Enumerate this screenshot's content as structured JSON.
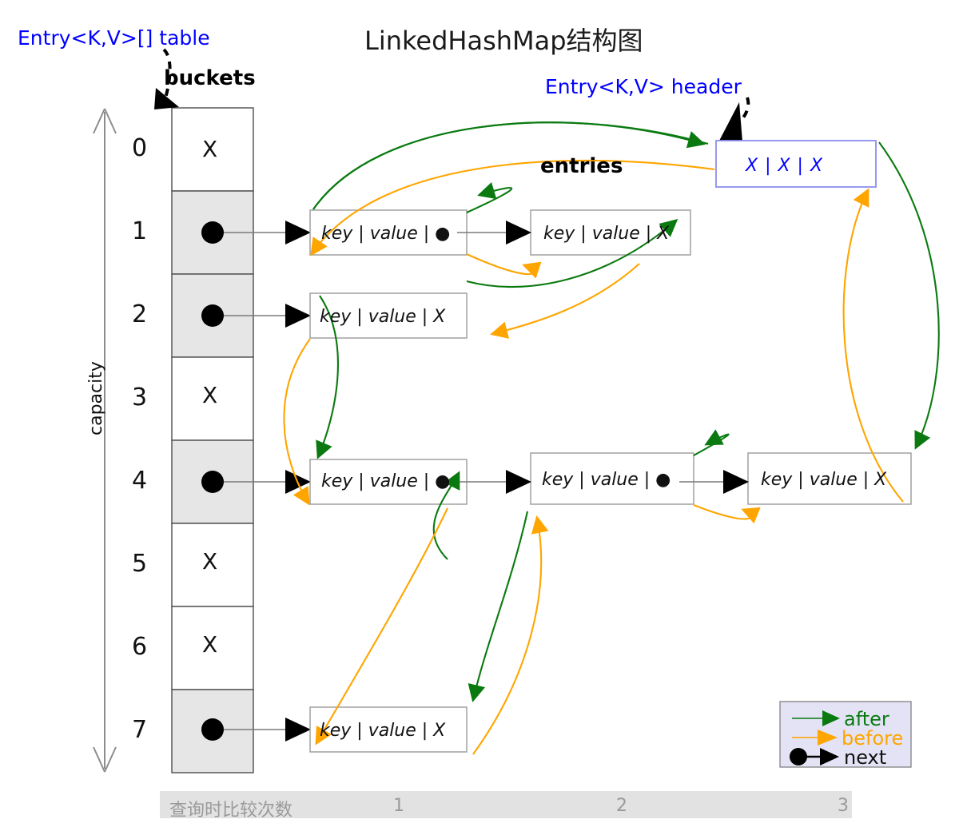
{
  "diagram": {
    "title": "LinkedHashMap结构图",
    "table_label": "Entry<K,V>[] table",
    "buckets_label": "buckets",
    "header_label": "Entry<K,V> header",
    "entries_label": "entries",
    "capacity_label": "capacity"
  },
  "colors": {
    "after": "#0a7a10",
    "before": "#ffa500",
    "next": "#000000",
    "annotation": "#0000ff",
    "bucket_fill_used": "#e6e6e6",
    "bucket_fill_empty": "#ffffff",
    "header_border": "#8c8cf0",
    "legend_bg": "#e3e3f5",
    "footer_bg": "#e2e2e2",
    "footer_text": "#9a9a9a"
  },
  "buckets": {
    "empty_mark": "X",
    "cells": [
      {
        "index": "0",
        "occupied": false,
        "mark": "X"
      },
      {
        "index": "1",
        "occupied": true,
        "mark": "●"
      },
      {
        "index": "2",
        "occupied": true,
        "mark": "●"
      },
      {
        "index": "3",
        "occupied": false,
        "mark": "X"
      },
      {
        "index": "4",
        "occupied": true,
        "mark": "●"
      },
      {
        "index": "5",
        "occupied": false,
        "mark": "X"
      },
      {
        "index": "6",
        "occupied": false,
        "mark": "X"
      },
      {
        "index": "7",
        "occupied": true,
        "mark": "●"
      }
    ]
  },
  "header_node": {
    "text": "X  |  X  |  X",
    "fields": [
      "X",
      "X",
      "X"
    ]
  },
  "entries": {
    "row1": [
      {
        "text": "key | value | ●",
        "has_next": true
      },
      {
        "text": "key | value | X",
        "has_next": false
      }
    ],
    "row2": [
      {
        "text": "key | value |  X",
        "has_next": false
      }
    ],
    "row4": [
      {
        "text": "key | value | ●",
        "has_next": true
      },
      {
        "text": "key | value | ●",
        "has_next": true
      },
      {
        "text": "key | value |  X",
        "has_next": false
      }
    ],
    "row7": [
      {
        "text": "key | value |  X",
        "has_next": false
      }
    ]
  },
  "legend": {
    "items": [
      {
        "label": "after",
        "color": "#0a7a10",
        "kind": "arrow"
      },
      {
        "label": "before",
        "color": "#ffa500",
        "kind": "arrow"
      },
      {
        "label": "next",
        "color": "#000000",
        "kind": "dot-arrow"
      }
    ]
  },
  "footer": {
    "caption": "查询时比较次数",
    "counts": [
      "1",
      "2",
      "3"
    ]
  }
}
